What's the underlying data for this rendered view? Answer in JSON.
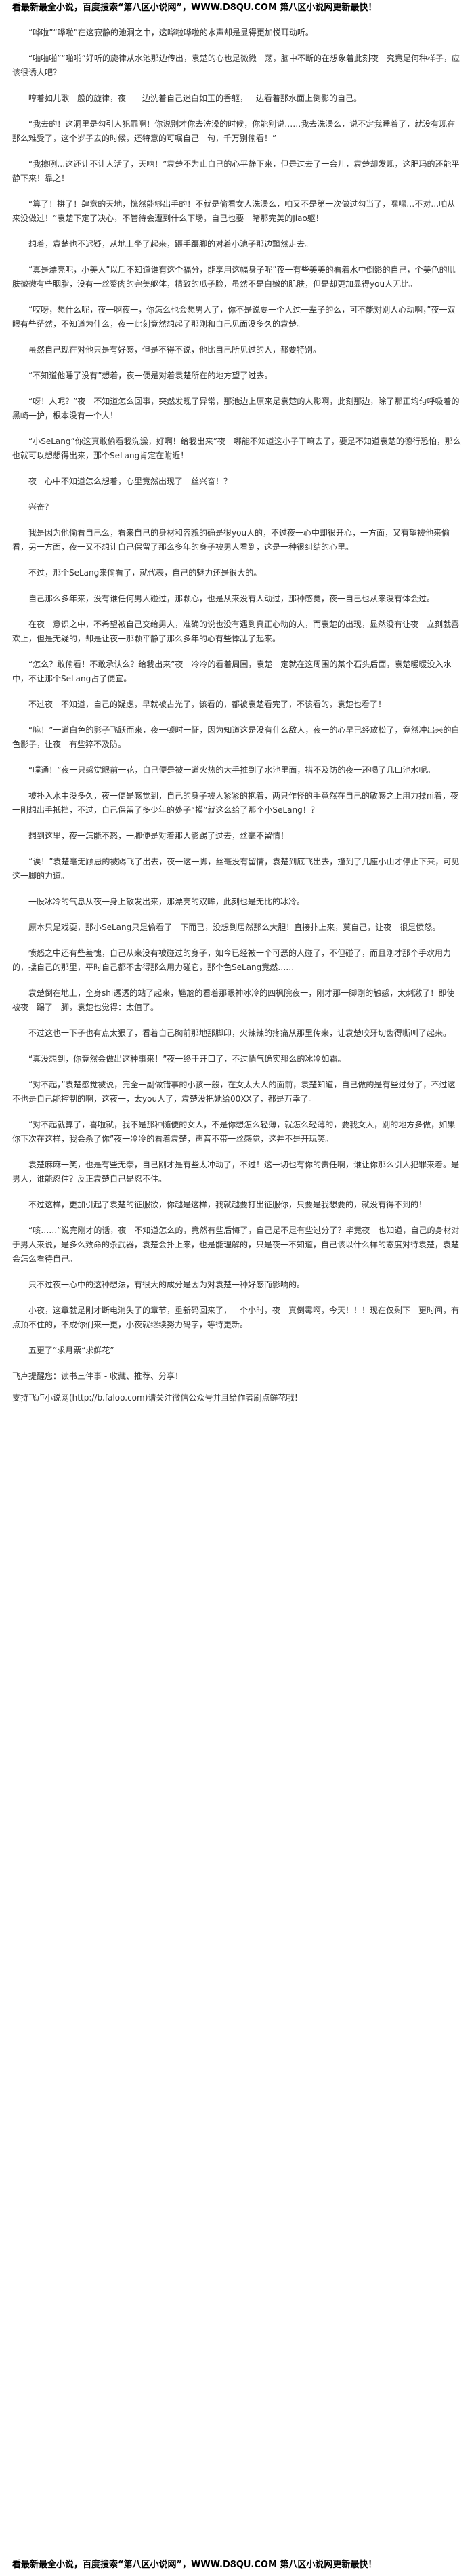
{
  "banner": {
    "top": "看最新最全小说，百度搜索“第八区小说网”，WWW.D8QU.COM 第八区小说网更新最快！",
    "bottom": "看最新最全小说，百度搜索“第八区小说网”，WWW.D8QU.COM 第八区小说网更新最快！"
  },
  "paragraphs": [
    "“哗啦”“哗啦”在这寂静的池洞之中，这哗啦哗啦的水声却是显得更加悦耳动听。",
    "“啪啪啪”“啪啪”好听的旋律从水池那边传出，袁楚的心也是微微一荡，脑中不断的在想象着此刻夜一究竟是何种样子，应该很诱人吧？",
    "哼着如儿歌一般的旋律，夜一一边洗着自己迷白如玉的香躯，一边看着那水面上倒影的自己。",
    "“我去的！这洞里是勾引人犯罪啊！你说别才你去洗澡的时候，你能别说……我去洗澡么，说不定我睡着了，就没有现在那么难受了，这个岁子去的时候，还特意的可嘱自己一句，千万别偷看！”",
    "“我擦咧…这还让不让人活了，天呐！”袁楚不为止自己的心平静下来，但是过去了一会儿，袁楚却发现，这肥玛的还能平静下来！靠之！",
    "“算了！拼了！肆意的天地，恍然能够出手的！不就是偷看女人洗澡么，咱又不是第一次做过勾当了，嘿嘿…不对…咱从来没做过！”袁楚下定了决心，不管待会遭到什么下场，自己也要一睹那完美的Jiao躯！",
    "想着，袁楚也不迟疑，从地上坐了起来，蹑手蹑脚的对着小池子那边飘然走去。",
    "“真是漂亮呢，小美人”以后不知道谁有这个福分，能享用这幅身子呢”夜一有些美美的看着水中倒影的自己，个美色的肌肤微微有些胭脂，没有一丝赘肉的完美躯体，精致的瓜子脸，虽然不是白嫩的肌肤，但是却更加显得you人无比。",
    "“哎呀，想什么呢，夜一啊夜一，你怎么也会想男人了，你不是说要一个人过一辈子的么，可不能对别人心动啊，”夜一双眼有些茫然，不知道为什么，夜一此刻竟然想起了那刚和自己见面没多久的袁楚。",
    "虽然自己现在对他只是有好感，但是不得不说，他比自己所见过的人，都要特别。",
    "“不知道他睡了没有”想着，夜一便是对着袁楚所在的地方望了过去。",
    "“呀！人呢？”夜一不知道怎么回事，突然发现了异常，那池边上原来是袁楚的人影啊，此刻那边，除了那正均匀呼吸着的黑崎一护，根本没有一个人！",
    "“小SeLang”你这真敢偷看我洗澡，好啊！给我出来”夜一哪能不知道这小子干嘛去了，要是不知道袁楚的德行恐怕，那么也就可以想想得出来，那个SeLang肯定在附近！",
    "夜一心中不知道怎么想着，心里竟然出现了一丝兴奋！？",
    "兴奋？",
    "我是因为他偷看自己么，看来自己的身材和容貌的确是很you人的，不过夜一心中却很开心，一方面，又有望被他来偷看，另一方面，夜一又不想让自己保留了那么多年的身子被男人看到，这是一种很纠结的心里。",
    "不过，那个SeLang来偷看了，就代表，自己的魅力还是很大的。",
    "自己那么多年来，没有谁任何男人碰过，那颗心，也是从来没有人动过，那种感觉，夜一自己也从来没有体会过。",
    "在夜一意识之中，不希望被自己交给男人，准确的说也没有遇到真正心动的人，而袁楚的出现，显然没有让夜一立刻就喜欢上，但是无疑的，却是让夜一那颗平静了那么多年的心有些悸乱了起来。",
    "“怎么？敢偷看！不敢承认么？给我出来”夜一冷冷的看着周围，袁楚一定就在这周围的某个石头后面，袁楚暖暖没入水中，不让那个SeLang占了便宜。",
    "不过夜一不知道，自己的疑虑，早就被占光了，该看的，都被袁楚看完了，不该看的，袁楚也看了！",
    "“嘛！”一道白色的影子飞跃而来，夜一顿时一怔，因为知道这是没有什么敌人，夜一的心早已经放松了，竟然冲出来的白色影子，让夜一有些猝不及防。",
    "“噗通！”夜一只感觉眼前一花，自己便是被一道火热的大手推到了水池里面，措不及防的夜一还喝了几口池水呢。",
    "被扑入水中没多久，夜一便是感觉到，自己的身子被人紧紧的抱着，两只作怪的手竟然在自己的敏感之上用力揉ni着，夜一刚想出手抵挡，不过，自己保留了多少年的处子“摸”就这么给了那个小SeLang！？",
    "想到这里，夜一怎能不怒，一脚便是对着那人影踢了过去，丝毫不留情！",
    "“诶！”袁楚毫无顾忌的被踢飞了出去，夜一这一脚，丝毫没有留情，袁楚到底飞出去，撞到了几座小山才停止下来，可见这一脚的力道。",
    "一股冰冷的气息从夜一身上散发出来，那漂亮的双眸，此刻也是无比的冰冷。",
    "原本只是戏耍，那小SeLang只是偷看了一下而已，没想到居然那么大胆！直接扑上来，莫自己，让夜一很是愤怒。",
    "愤怒之中还有些羞愧，自己从来没有被碰过的身子，如今已经被一个可恶的人碰了，不但碰了，而且刚才那个手欢用力的，揉自己的那里，平时自己都不舍得那么用力碰它，那个色SeLang竟然……",
    "袁楚倒在地上，全身shi透透的站了起来，尴尬的看着那眼神冰冷的四枫院夜一，刚才那一脚刚的触感，太刺激了！即使被夜一踢了一脚，袁楚也觉得：太值了。",
    "不过这也一下子也有点太狠了，看着自己胸前那地那脚印，火辣辣的疼痛从那里传来，让袁楚咬牙切齿得嘶叫了起来。",
    "“真没想到，你竟然会做出这种事来！”夜一终于开口了，不过悄气确实那么的冰冷如霜。",
    "“对不起，”袁楚感觉被说，完全一副做错事的小孩一般，在女太大人的面前，袁楚知道，自己做的是有些过分了，不过这不也是自己能控制的啊，这夜一，太you人了，袁楚没把她给00XX了，都是万幸了。",
    "“对不起就算了，喜啦就，我不是那种随便的女人，不是你想怎么轻薄，就怎么轻薄的，要我女人，别的地方多做，如果你下次在这样，我会杀了你”夜一冷冷的看着袁楚，声音不带一丝感觉，这并不是开玩笑。",
    "袁楚麻麻一笑，也是有些无奈，自己刚才是有些太冲动了，不过！这一切也有你的责任啊，谁让你那么引人犯罪来着。是男人，谁能忍住？反正袁楚自己是忍不住。",
    "不过这样，更加引起了袁楚的征服欲，你越是这样，我就越要打出征服你，只要是我想要的，就没有得不到的！",
    "“咳……”说完刚才的话，夜一不知道怎么的，竟然有些后悔了，自己是不是有些过分了？毕竟夜一也知道，自己的身材对于男人来说，是多么致命的杀武器，袁楚会扑上来，也是能理解的，只是夜一不知道，自己该以什么样的态度对待袁楚，袁楚会怎么看待自己。",
    "只不过夜一心中的这种想法，有很大的成分是因为对袁楚一种好感而影响的。",
    "小夜，这章就是刚才断电消失了的章节，重新码回来了，一个小时，夜一真倒霉啊，今天！！！现在仅剩下一更时间，有点顶不住的，不成你们来一更，小夜就继续努力码字，等待更新。",
    "五更了”求月票“求鲜花”"
  ],
  "footer": {
    "line1": "飞卢提醒您：读书三件事 - 收藏、推荐、分享！",
    "line2": "支持飞卢小说网(http://b.faloo.com)请关注微信公众号并且给作者刷点鲜花哦！"
  }
}
